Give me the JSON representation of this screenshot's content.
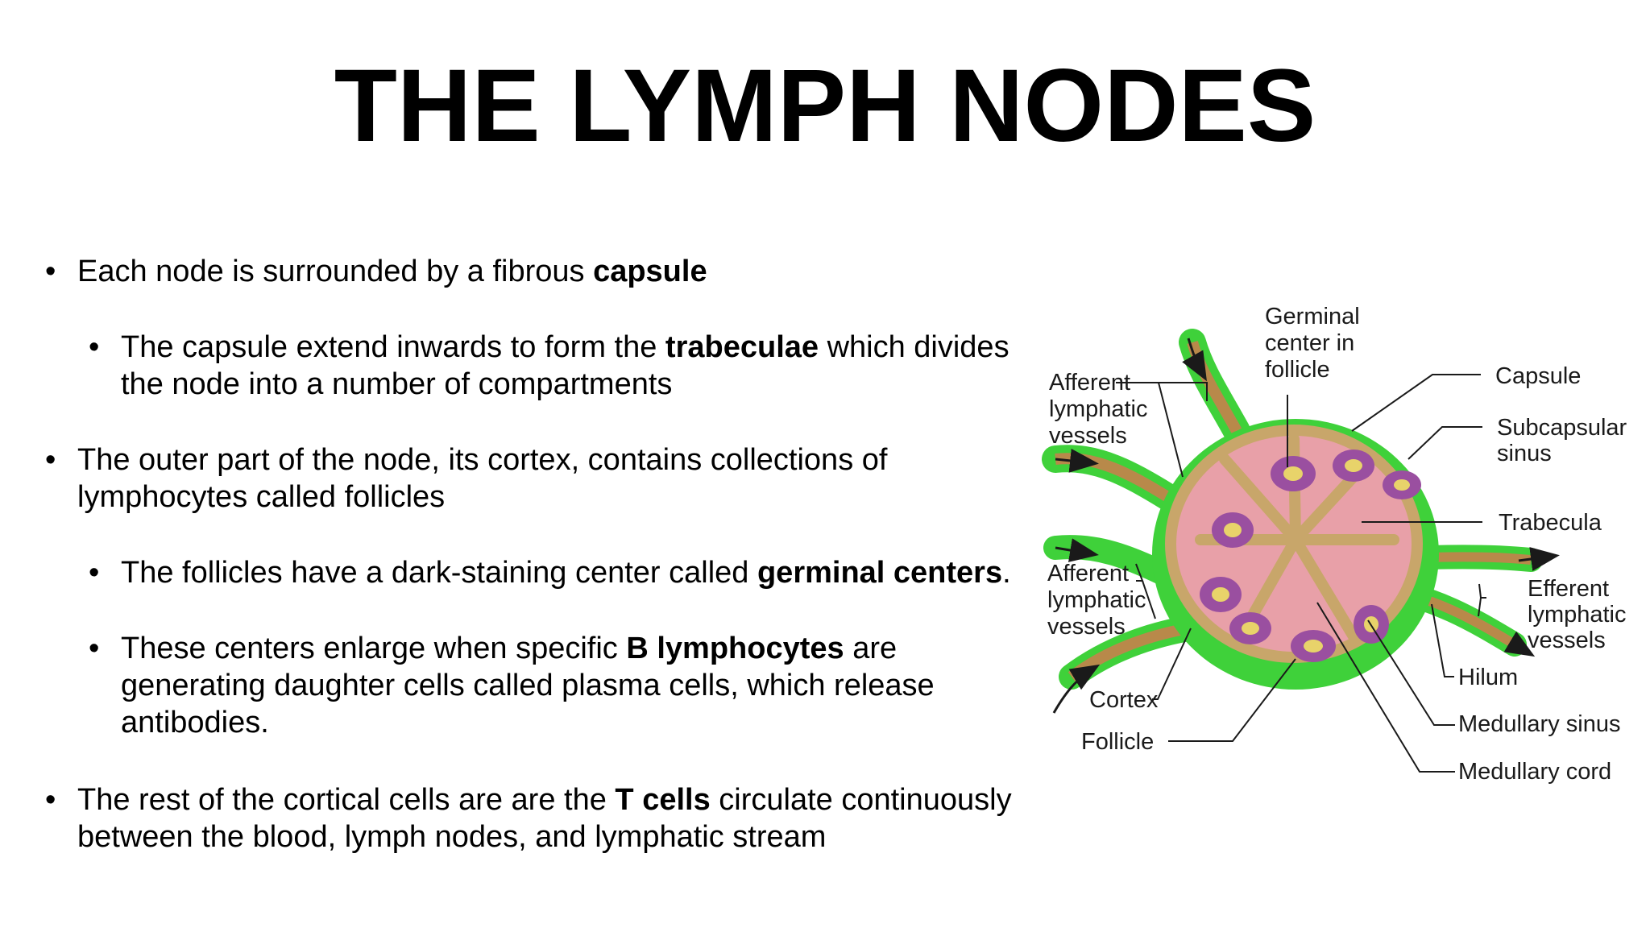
{
  "slide": {
    "title": "THE LYMPH NODES"
  },
  "bullets": [
    {
      "level": 1,
      "parts": [
        {
          "text": "Each node is surrounded by a fibrous ",
          "bold": false
        },
        {
          "text": "capsule",
          "bold": true
        }
      ]
    },
    {
      "level": 2,
      "parts": [
        {
          "text": "The capsule extend inwards to form the ",
          "bold": false
        },
        {
          "text": "trabeculae",
          "bold": true
        },
        {
          "text": " which divides",
          "bold": false
        },
        {
          "text": "the node into a number of compartments",
          "bold": false
        }
      ]
    },
    {
      "level": 1,
      "parts": [
        {
          "text": "The outer part of the node, its cortex, contains collections of",
          "bold": false
        },
        {
          "text": "lymphocytes called follicles",
          "bold": false
        }
      ]
    },
    {
      "level": 2,
      "parts": [
        {
          "text": "The follicles have a dark-staining center called ",
          "bold": false
        },
        {
          "text": "germinal centers",
          "bold": true
        },
        {
          "text": ".",
          "bold": false
        }
      ]
    },
    {
      "level": 2,
      "parts": [
        {
          "text": "These centers enlarge when specific ",
          "bold": false
        },
        {
          "text": "B lymphocytes",
          "bold": true
        },
        {
          "text": " are",
          "bold": false
        },
        {
          "text": "generating daughter cells called plasma cells, which release",
          "bold": false
        },
        {
          "text": "antibodies.",
          "bold": false
        }
      ]
    },
    {
      "level": 1,
      "parts": [
        {
          "text": "The rest of the cortical cells are are the ",
          "bold": false
        },
        {
          "text": "T cells",
          "bold": true
        },
        {
          "text": " circulate continuously",
          "bold": false
        },
        {
          "text": "between the blood, lymph nodes, and lymphatic stream",
          "bold": false
        }
      ]
    }
  ],
  "diagram": {
    "labels": {
      "germinal_center_line1": "Germinal",
      "germinal_center_line2": "center in",
      "germinal_center_line3": "follicle",
      "afferent_top_line1": "Afferent",
      "afferent_top_line2": "lymphatic",
      "afferent_top_line3": "vessels",
      "capsule": "Capsule",
      "subcapsular_line1": "Subcapsular",
      "subcapsular_line2": "sinus",
      "trabecula": "Trabecula",
      "afferent_bottom_line1": "Afferent",
      "afferent_bottom_line2": "lymphatic",
      "afferent_bottom_line3": "vessels",
      "efferent_line1": "Efferent",
      "efferent_line2": "lymphatic",
      "efferent_line3": "vessels",
      "hilum": "Hilum",
      "cortex": "Cortex",
      "medullary_sinus": "Medullary sinus",
      "follicle": "Follicle",
      "medullary_cord": "Medullary cord"
    },
    "colors": {
      "capsule_green": "#3fd13a",
      "node_pink": "#e8a0a8",
      "trabecula_tan": "#c8a66a",
      "follicle_purple": "#9a4fa0",
      "germinal_yellow": "#e8d36a"
    }
  }
}
